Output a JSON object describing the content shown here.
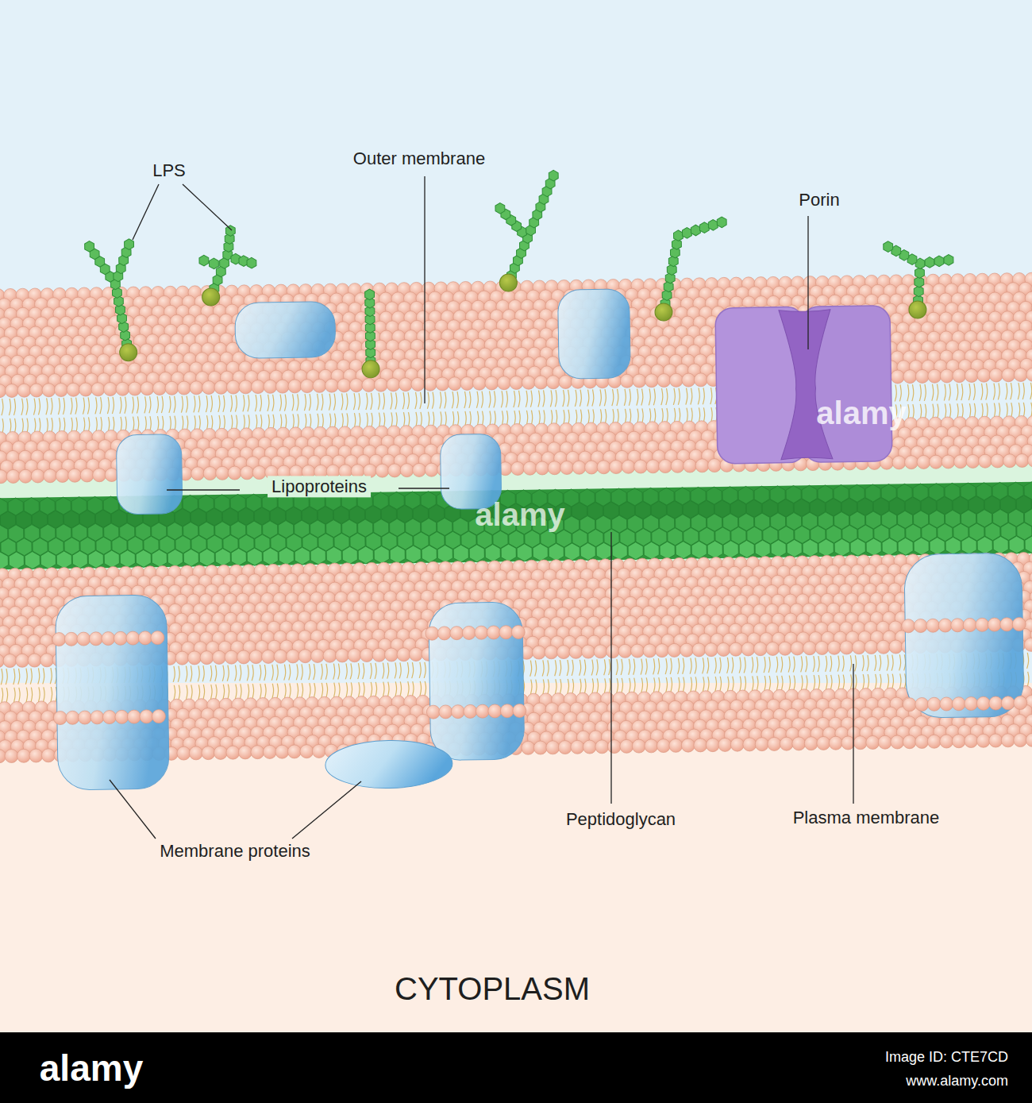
{
  "diagram": {
    "labels": [
      "LPS",
      "Outer membrane",
      "Porin",
      "Lipoproteins",
      "Peptidoglycan",
      "Plasma membrane",
      "Membrane proteins",
      "CYTOPLASM",
      "alamy",
      "alamy",
      "alamy",
      "Image ID: CTE7CD",
      "www.alamy.com"
    ]
  }
}
